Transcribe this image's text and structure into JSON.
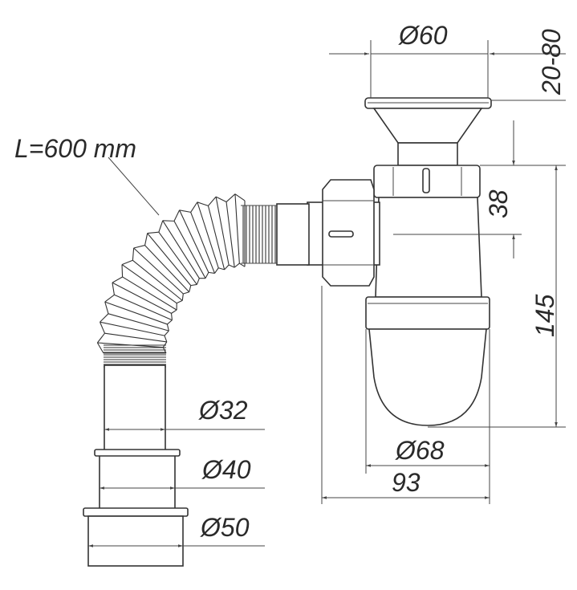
{
  "title": "Bottle siphon with flexible hose",
  "labels": {
    "hose_length": "L=600 mm",
    "strainer_diameter": "Ø60",
    "strainer_height": "20-80",
    "nut_height": "38",
    "total_height": "145",
    "bottle_diameter": "Ø68",
    "overall_width": "93",
    "outlet_32": "Ø32",
    "outlet_40": "Ø40",
    "outlet_50": "Ø50"
  }
}
